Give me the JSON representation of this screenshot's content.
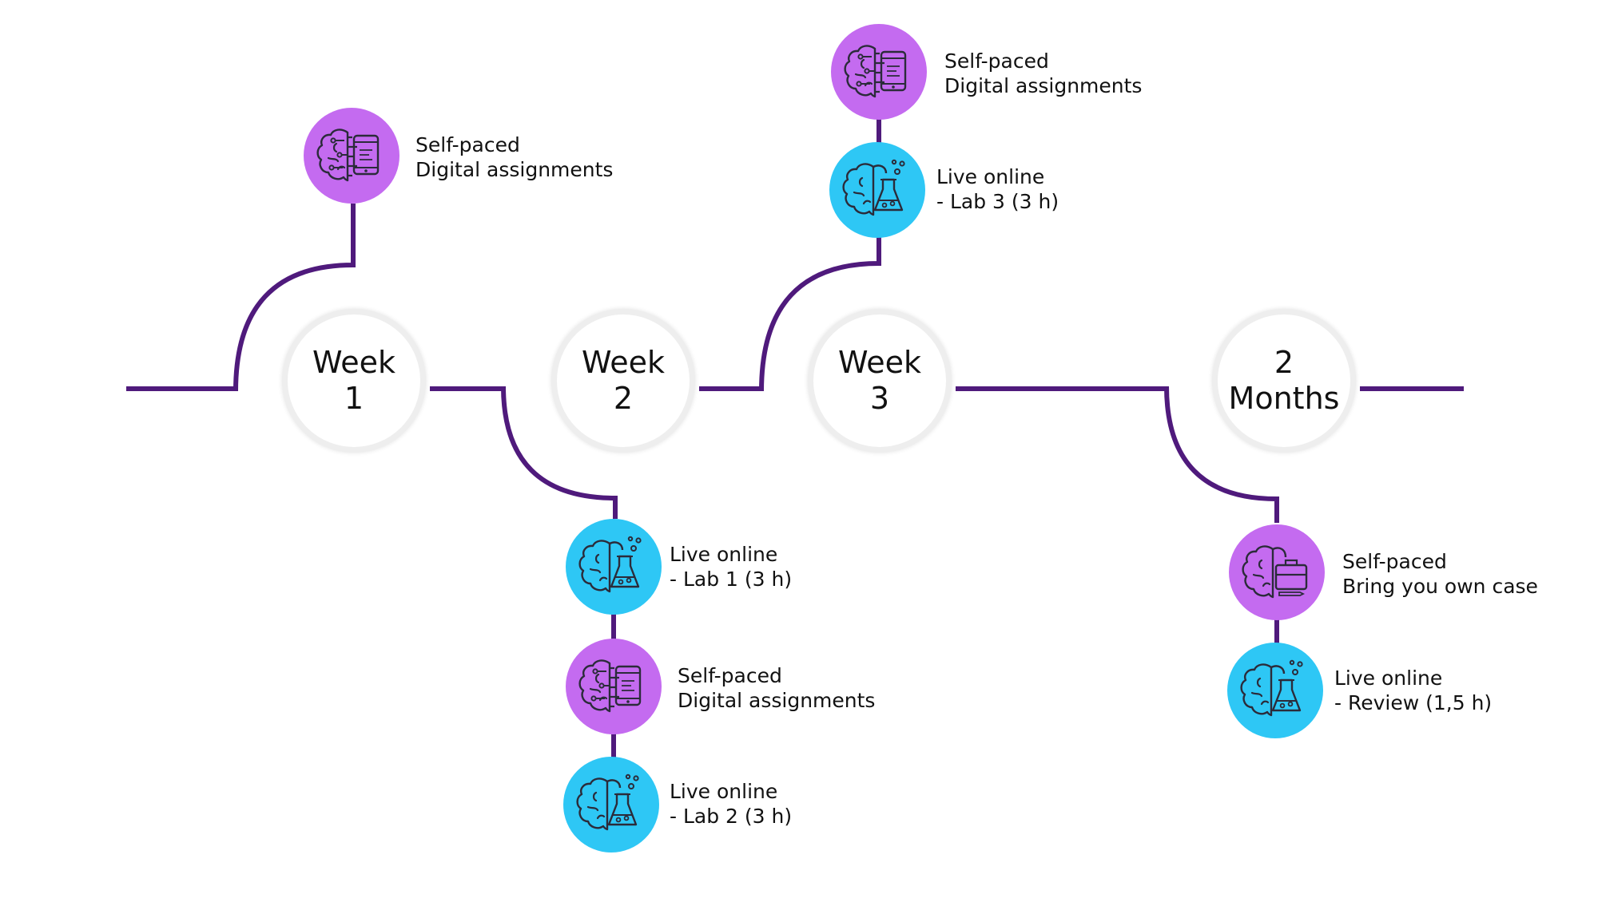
{
  "colors": {
    "line": "#4f1a7c",
    "live": "#2ec7f5",
    "self": "#c46bf0",
    "icon_stroke": "#2b2b3a",
    "week_border": "#eeeeee"
  },
  "milestones": [
    {
      "id": "week-1",
      "line1": "Week",
      "line2": "1"
    },
    {
      "id": "week-2",
      "line1": "Week",
      "line2": "2"
    },
    {
      "id": "week-3",
      "line1": "Week",
      "line2": "3"
    },
    {
      "id": "2-months",
      "line1": "2",
      "line2": "Months"
    }
  ],
  "activities": [
    {
      "id": "w1-self-paced",
      "mode": "self",
      "icon": "brain-tablet-icon",
      "line1": "Self-paced",
      "line2": "Digital assignments"
    },
    {
      "id": "w2-live-lab1",
      "mode": "live",
      "icon": "brain-flask-icon",
      "line1": "Live online",
      "line2": "- Lab 1 (3 h)"
    },
    {
      "id": "w2-self-paced",
      "mode": "self",
      "icon": "brain-tablet-icon",
      "line1": "Self-paced",
      "line2": "Digital assignments"
    },
    {
      "id": "w2-live-lab2",
      "mode": "live",
      "icon": "brain-flask-icon",
      "line1": "Live online",
      "line2": "- Lab 2 (3 h)"
    },
    {
      "id": "w3-self-paced",
      "mode": "self",
      "icon": "brain-tablet-icon",
      "line1": "Self-paced",
      "line2": "Digital assignments"
    },
    {
      "id": "w3-live-lab3",
      "mode": "live",
      "icon": "brain-flask-icon",
      "line1": "Live online",
      "line2": "- Lab 3 (3 h)"
    },
    {
      "id": "m2-self-paced",
      "mode": "self",
      "icon": "brain-briefcase-icon",
      "line1": "Self-paced",
      "line2": "Bring you own case"
    },
    {
      "id": "m2-live-review",
      "mode": "live",
      "icon": "brain-flask-icon",
      "line1": "Live online",
      "line2": "- Review (1,5 h)"
    }
  ]
}
